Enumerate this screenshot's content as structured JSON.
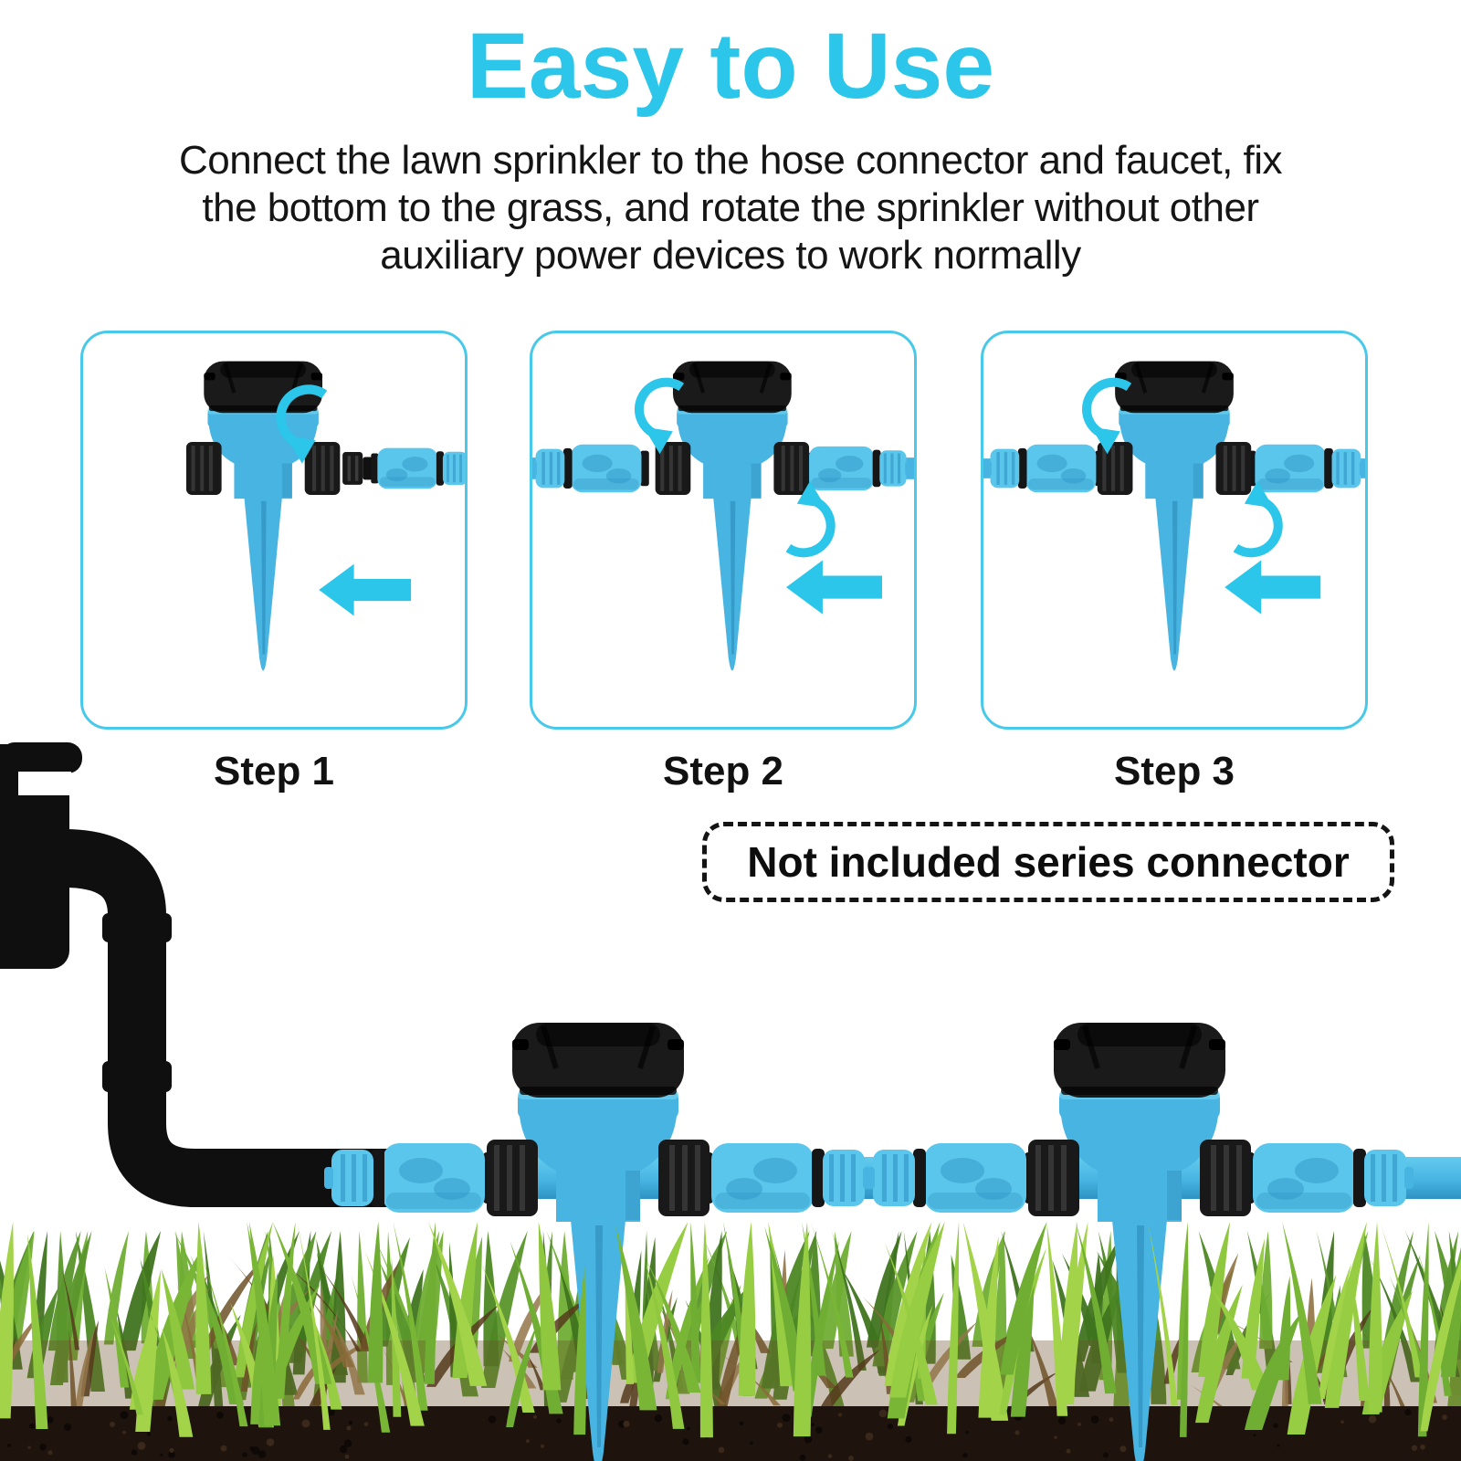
{
  "title": "Easy to Use",
  "intro": {
    "lines": [
      "Connect the lawn sprinkler to the hose connector and faucet, fix",
      "the bottom to the grass, and rotate the sprinkler without other",
      "auxiliary power devices to work normally"
    ]
  },
  "steps": [
    {
      "label": "Step 1"
    },
    {
      "label": "Step 2"
    },
    {
      "label": "Step 3"
    }
  ],
  "note": {
    "label": "Not included series connector"
  },
  "palette": {
    "accent": "#2bc6e9",
    "box_border": "#49c9e9",
    "product_blue": "#47b4e2",
    "product_blue_light": "#5ac6ec",
    "product_blue_dark": "#2e93c4",
    "hardware_black": "#1a1a1a",
    "text": "#151515",
    "grass_bg": [
      "#4c8724",
      "#5a962b",
      "#3f741f",
      "#6fae33"
    ],
    "grass_fg": [
      "#8fc73e",
      "#7ab635",
      "#a3d349",
      "#97cd42",
      "#6fae33"
    ],
    "roots_brown": [
      "#8a6a38",
      "#6e5128",
      "#55391c",
      "#93764a"
    ],
    "soil": "#1e140d"
  }
}
